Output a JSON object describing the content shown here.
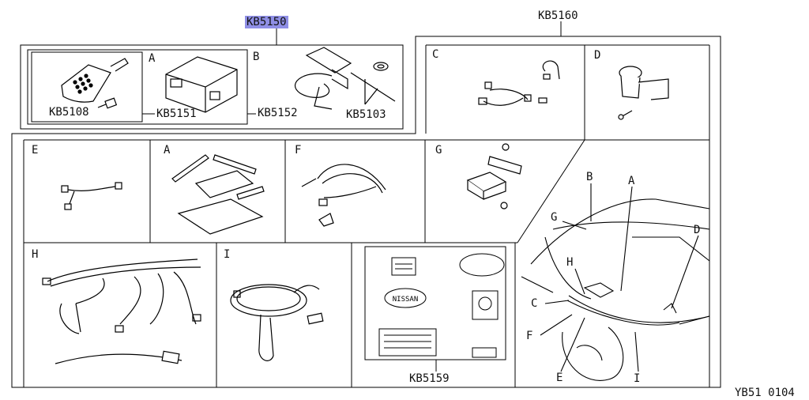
{
  "part_codes": {
    "kb5150": "KB5150",
    "kb5160": "KB5160",
    "kb5108": "KB5108",
    "kb5151": "KB5151",
    "kb5152": "KB5152",
    "kb5103": "KB5103",
    "kb5159": "KB5159"
  },
  "figure_id": "YB51 0104",
  "top_panel_letters": {
    "a": "A",
    "b": "B"
  },
  "panel_letters": {
    "c": "C",
    "d": "D",
    "e": "E",
    "a": "A",
    "f": "F",
    "g": "G",
    "h": "H",
    "i": "I"
  },
  "car_callouts": {
    "b": "B",
    "a": "A",
    "g": "G",
    "d": "D",
    "h": "H",
    "c": "C",
    "f": "F",
    "e": "E",
    "i": "I"
  },
  "decal_text": {
    "nissan": "NISSAN"
  },
  "colors": {
    "line": "#000000",
    "highlight": "#8f8fe6",
    "background": "#ffffff"
  }
}
